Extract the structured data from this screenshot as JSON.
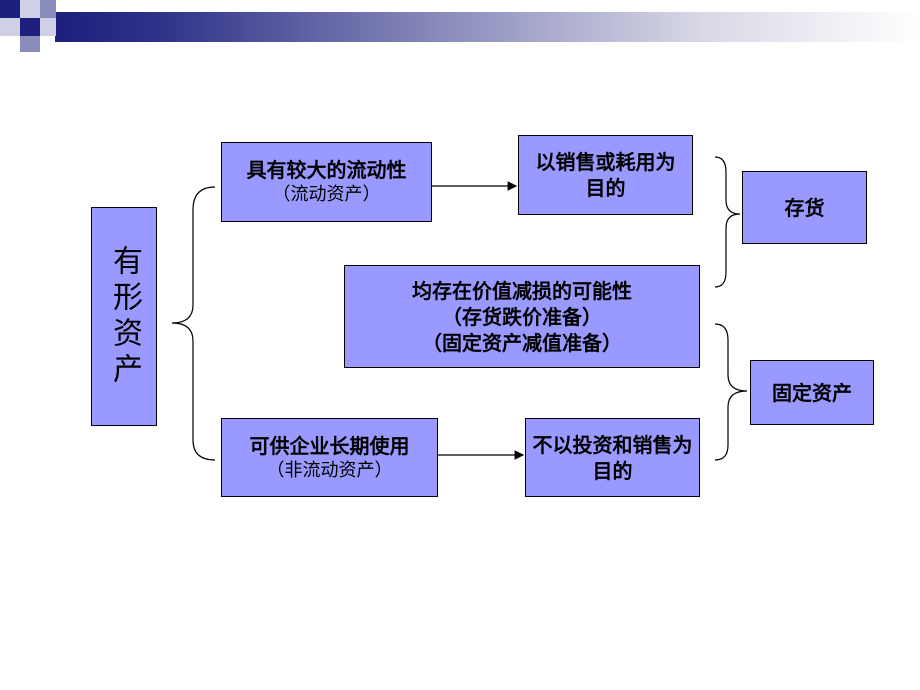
{
  "root": {
    "label": "有形资产"
  },
  "upper": {
    "main": "具有较大的流动性",
    "sub": "（流动资产）",
    "purpose": "以销售或耗用为目的"
  },
  "lower": {
    "main": "可供企业长期使用",
    "sub": "（非流动资产）",
    "purpose": "不以投资和销售为目的"
  },
  "middle": {
    "line1": "均存在价值减损的可能性",
    "line2": "（存货跌价准备）",
    "line3": "（固定资产减值准备）"
  },
  "outcomes": {
    "inventory": "存货",
    "fixed_assets": "固定资产"
  },
  "colors": {
    "box_fill": "#9999ff",
    "title_bar": "#1c1f7c"
  }
}
